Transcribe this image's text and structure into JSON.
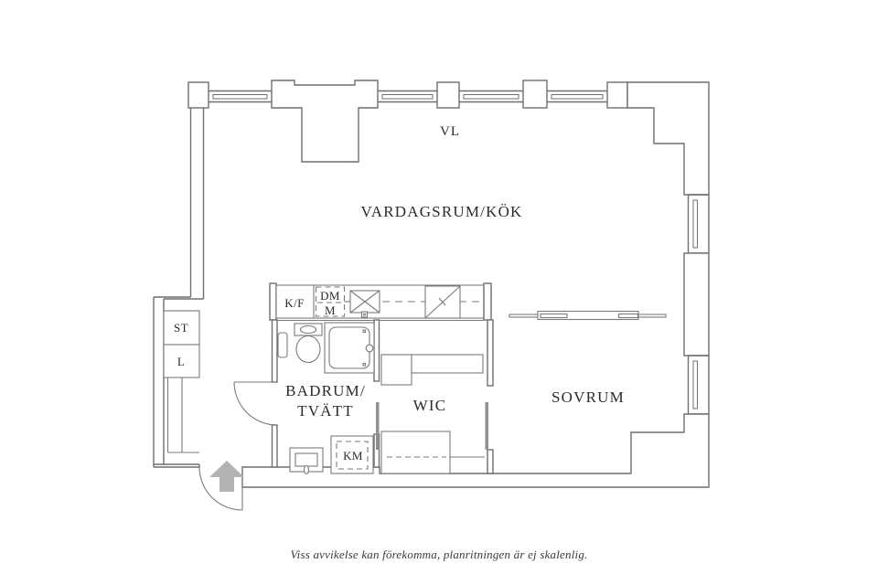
{
  "floorplan": {
    "labels": {
      "vl": "VL",
      "living_kitchen": "VARDAGSRUM/KÖK",
      "bedroom": "SOVRUM",
      "wic": "WIC",
      "bathroom_line1": "BADRUM/",
      "bathroom_line2": "TVÄTT",
      "fridge_freezer": "K/F",
      "dishwasher": "DM",
      "microwave": "M",
      "washing_machine": "KM",
      "closet_st": "ST",
      "closet_l": "L"
    },
    "caption": "Viss avvikelse kan förekomma, planritningen är ej skalenlig.",
    "colors": {
      "wall_line": "#6f6f6f",
      "label_text": "#2b2b2b",
      "entry_arrow": "#b3b3b3",
      "background": "#ffffff"
    }
  }
}
